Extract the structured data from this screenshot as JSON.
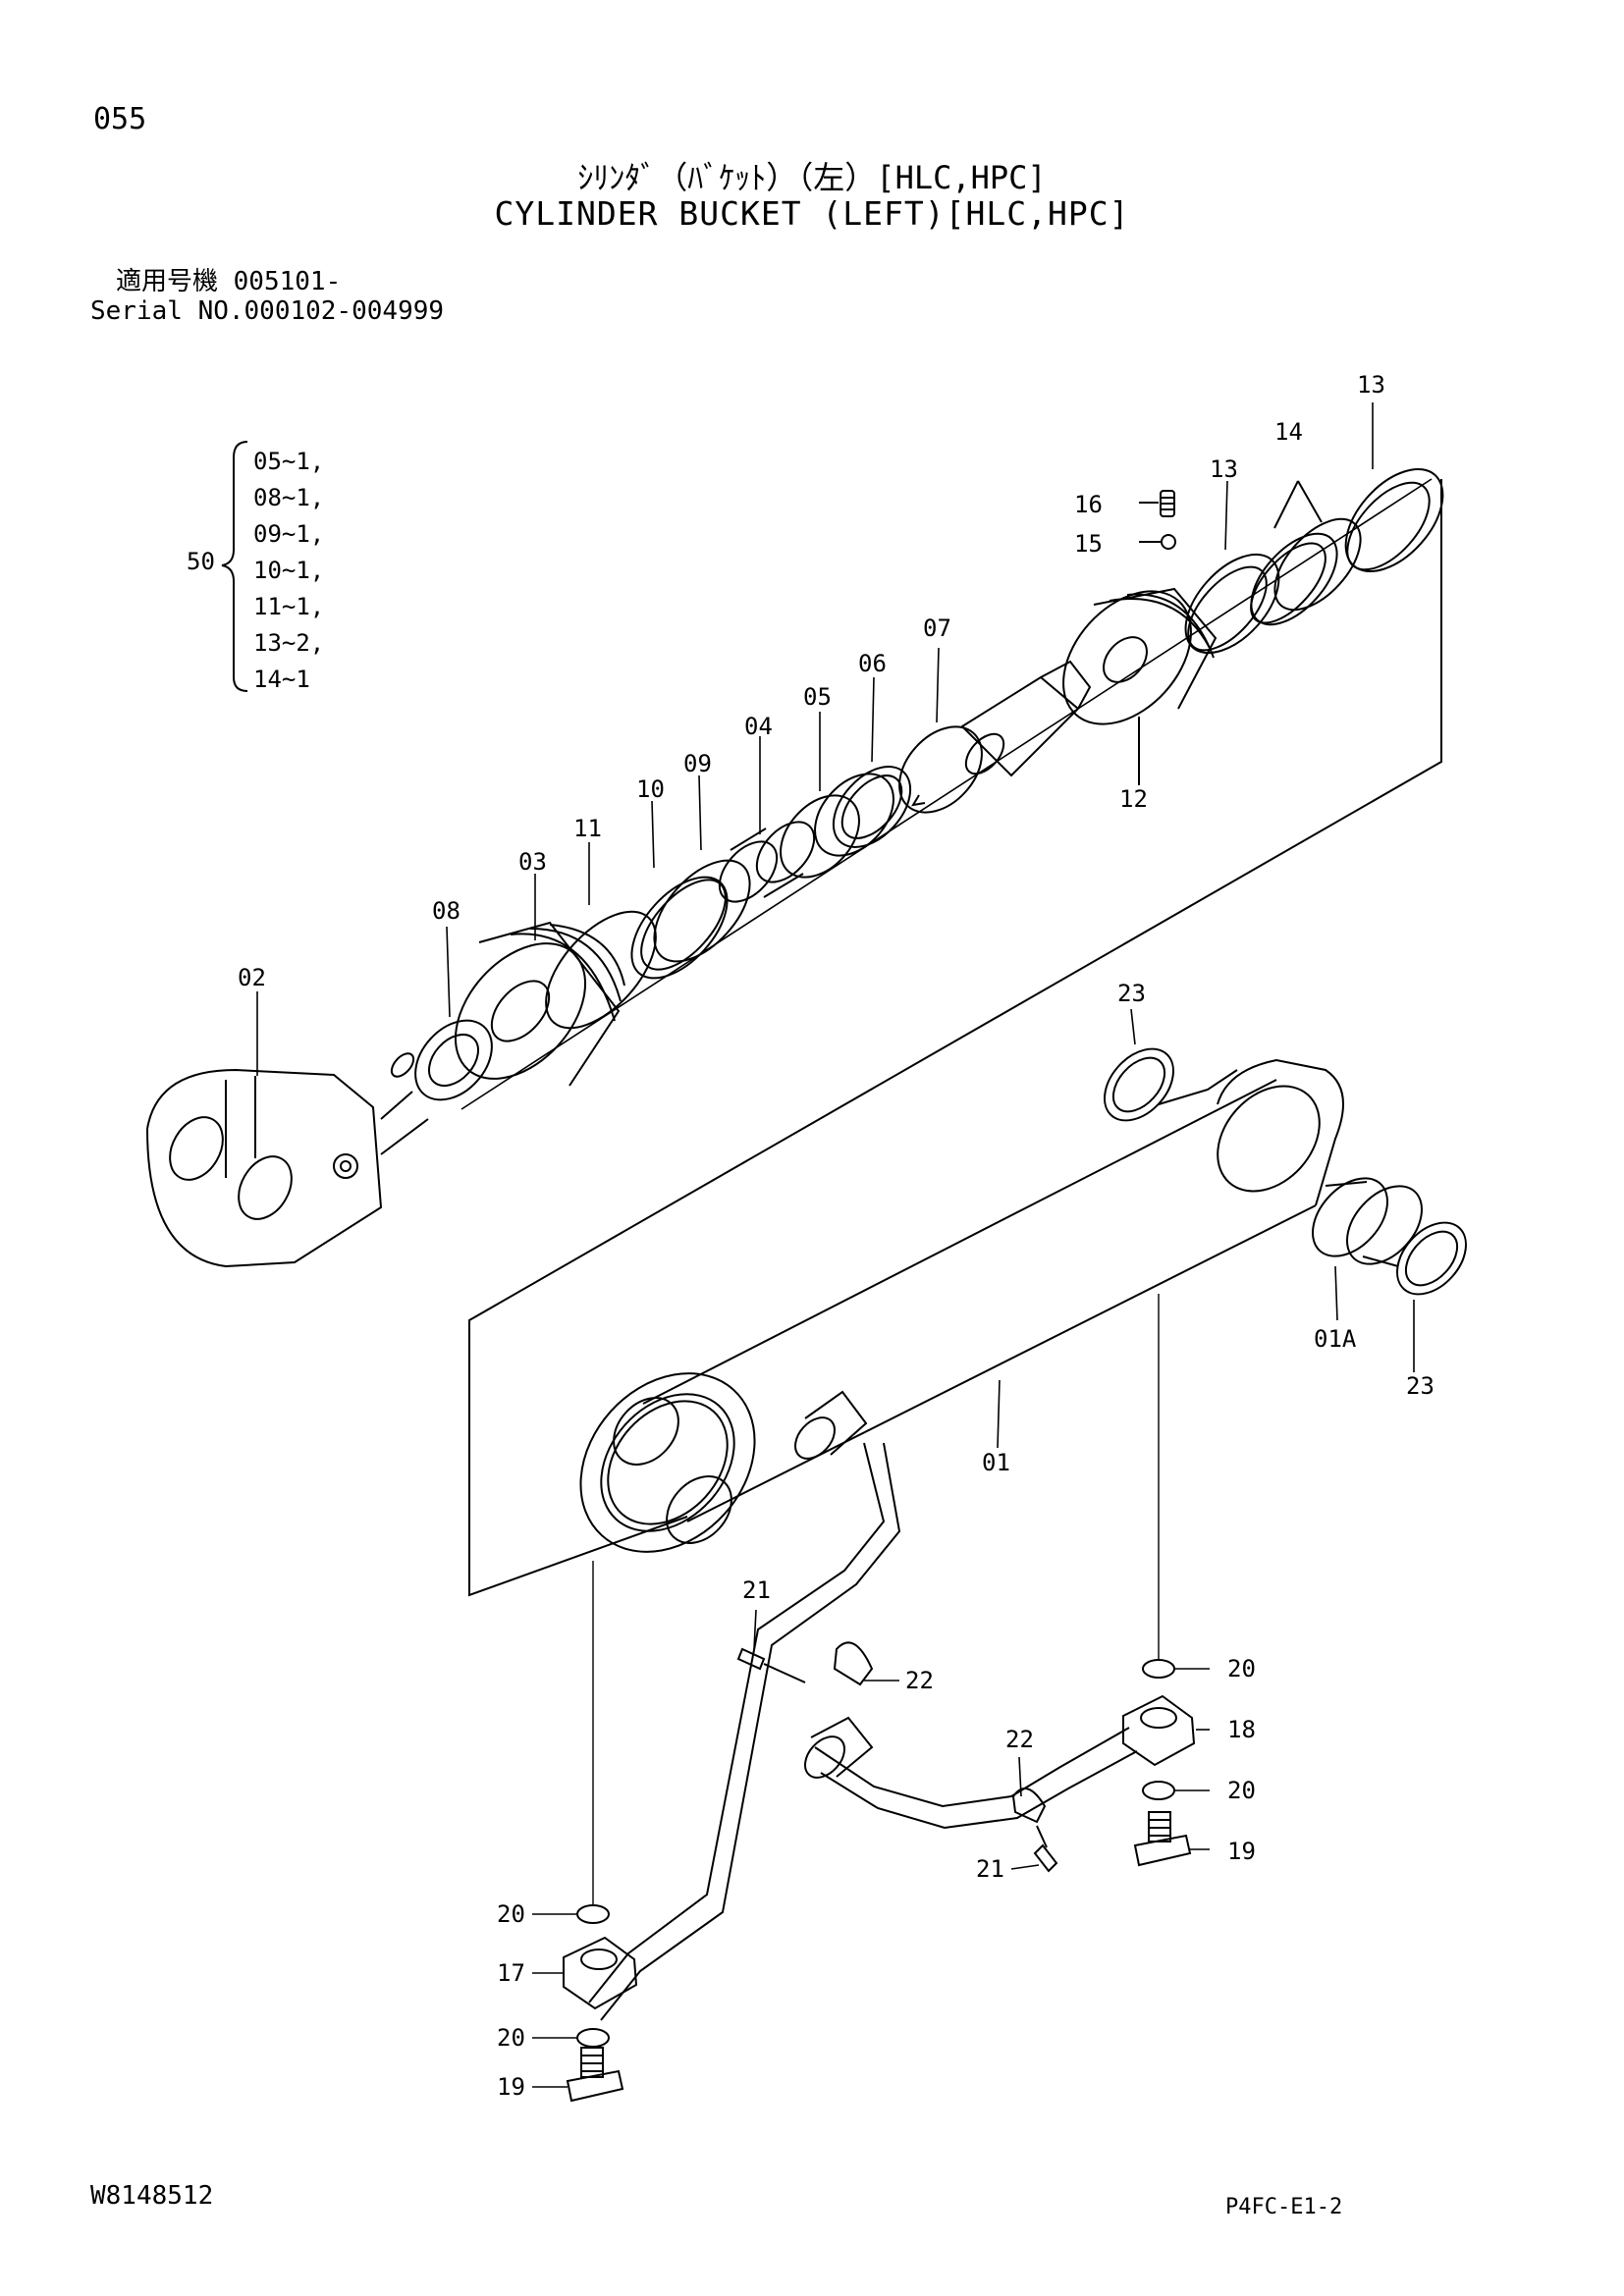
{
  "page": {
    "number": "055",
    "title_jp": "ｼﾘﾝﾀﾞ（ﾊﾞｹｯﾄ）（左）[HLC,HPC]",
    "title_en": "CYLINDER BUCKET (LEFT)[HLC,HPC]",
    "serial_jp": "適用号機 005101-",
    "serial_en": "Serial NO.000102-004999",
    "doc_code": "W8148512",
    "sheet_code": "P4FC-E1-2"
  },
  "seal_kit": {
    "label": "50",
    "items": [
      "05~1,",
      "08~1,",
      "09~1,",
      "10~1,",
      "11~1,",
      "13~2,",
      "14~1"
    ]
  },
  "callouts": {
    "c13a": "13",
    "c14": "14",
    "c13b": "13",
    "c16": "16",
    "c15": "15",
    "c07": "07",
    "c06": "06",
    "c05": "05",
    "c04": "04",
    "c09": "09",
    "c10": "10",
    "c11": "11",
    "c03": "03",
    "c08": "08",
    "c02": "02",
    "c12": "12",
    "c23a": "23",
    "c01a": "01A",
    "c23b": "23",
    "c01": "01",
    "c21a": "21",
    "c22a": "22",
    "c20a": "20",
    "c18": "18",
    "c22b": "22",
    "c20b": "20",
    "c19a": "19",
    "c21b": "21",
    "c20c": "20",
    "c17": "17",
    "c20d": "20",
    "c19b": "19"
  }
}
